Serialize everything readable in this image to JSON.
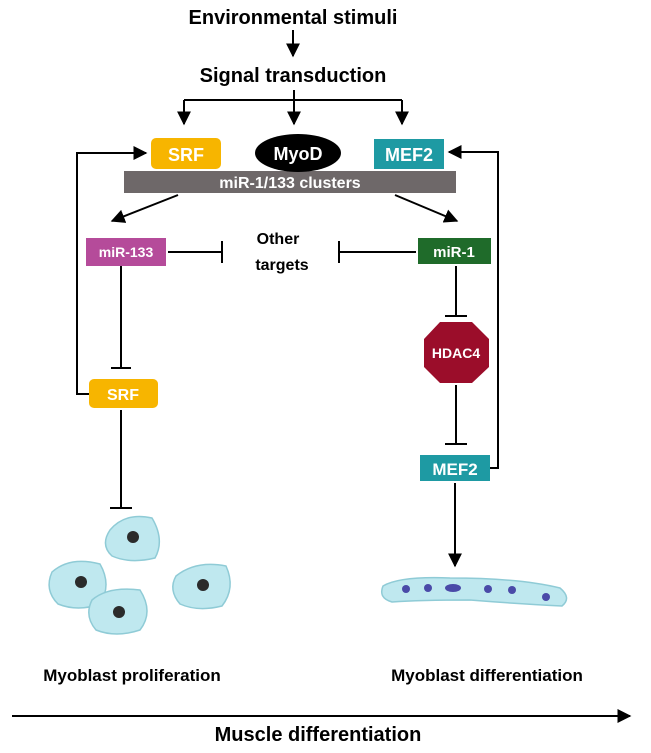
{
  "title": "Environmental stimuli",
  "signal": "Signal transduction",
  "factors": {
    "srf": "SRF",
    "myod": "MyoD",
    "mef2": "MEF2"
  },
  "cluster": "miR-1/133 clusters",
  "mir133": "miR-133",
  "mir1": "miR-1",
  "other_targets": {
    "line1": "Other",
    "line2": "targets"
  },
  "srf_lower": "SRF",
  "hdac4": "HDAC4",
  "mef2_lower": "MEF2",
  "outcome_left": "Myoblast proliferation",
  "outcome_right": "Myoblast differentiation",
  "axis": "Muscle differentiation",
  "colors": {
    "srf": "#f7b500",
    "myod": "#000000",
    "mef2": "#1e9aa3",
    "cluster_bar": "#6e6869",
    "mir133": "#b54b9a",
    "mir1": "#1f6b2a",
    "hdac4": "#9b0d2a",
    "cell_fill": "#bfe8ef",
    "cell_stroke": "#8fcbd6",
    "nucleus": "#2b2b2b",
    "myotube_nucleus": "#4a4aa8"
  }
}
